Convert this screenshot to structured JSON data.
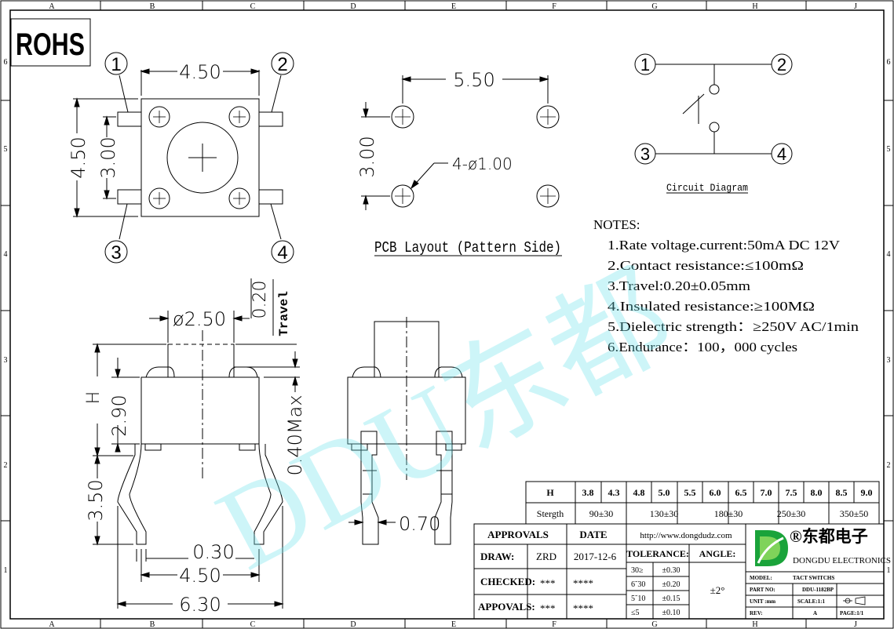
{
  "border": {
    "cols": [
      "A",
      "B",
      "C",
      "D",
      "E",
      "F",
      "G",
      "H",
      "J"
    ],
    "rows": [
      "6",
      "5",
      "4",
      "3",
      "2",
      "1"
    ]
  },
  "rohs": "ROHS",
  "watermark": "DDU东都",
  "top_view": {
    "pin1": "1",
    "pin2": "2",
    "pin3": "3",
    "pin4": "4",
    "width": "4.50",
    "height_outer": "4.50",
    "height_inner": "3.00"
  },
  "pcb": {
    "pitch": "5.50",
    "rows": "3.00",
    "holes": "4-ø1.00",
    "title": "PCB Layout (Pattern Side)"
  },
  "circuit": {
    "n1": "1",
    "n2": "2",
    "n3": "3",
    "n4": "4",
    "title": "Circuit Diagram"
  },
  "notes": {
    "header": "NOTES:",
    "items": [
      "1.Rate voltage.current:50mA DC 12V",
      "2.Contact resistance:≤100mΩ",
      "3.Travel:0.20±0.05mm",
      "4.Insulated resistance:≥100MΩ",
      "5.Dielectric strength：≥250V AC/1min",
      "6.Endurance：100，000 cycles"
    ]
  },
  "side_view": {
    "stem_dia": "ø2.50",
    "travel_val": "0.20",
    "travel_label": "Travel",
    "h_label": "H",
    "body_h": "2.90",
    "max_h": "0.40Max",
    "leg": "3.50",
    "pin_w": "0.30",
    "body_w": "4.50",
    "span": "6.30"
  },
  "front_view": {
    "pin_t": "0.70"
  },
  "height_table": {
    "h_label": "H",
    "heights": [
      "3.8",
      "4.3",
      "4.8",
      "5.0",
      "5.5",
      "6.0",
      "6.5",
      "7.0",
      "7.5",
      "8.0",
      "8.5",
      "9.0"
    ],
    "strength_label": "Stergth",
    "strengths": [
      "90±30",
      "130±30",
      "180±30",
      "250±30",
      "350±50"
    ]
  },
  "title_block": {
    "approvals": "APPROVALS",
    "date": "DATE",
    "url": "http://www.dongdudz.com",
    "draw": "DRAW:",
    "draw_name": "ZRD",
    "draw_date": "2017-12-6",
    "checked": "CHECKED:",
    "checked_name": "***",
    "checked_date": "****",
    "appovals": "APPOVALS:",
    "appovals_name": "***",
    "appovals_date": "****",
    "tolerance": "TOLERANCE:",
    "angle": "ANGLE:",
    "angle_val": "±2°",
    "tol_ranges": [
      "30≥",
      "6˜30",
      "5˜10",
      "≤5"
    ],
    "tol_vals": [
      "±0.30",
      "±0.20",
      "±0.15",
      "±0.10"
    ],
    "company_cn": "®东都电子",
    "company_en": "DONGDU ELECTRONICS",
    "model_label": "MODEL:",
    "model_val": "TACT SWITCHS",
    "part_label": "PART NO:",
    "part_val": "DDU-1182BP",
    "unit_label": "UNIT :mm",
    "scale_label": "SCALE:1:1",
    "rev_label": "REV:",
    "rev_val": "A",
    "page_label": "PAGE:1/1"
  }
}
